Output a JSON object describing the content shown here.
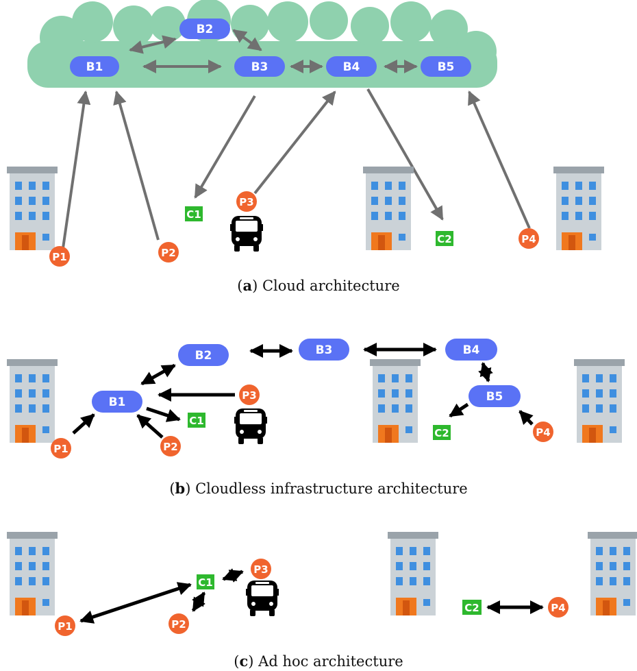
{
  "panels": {
    "a": {
      "caption_letter": "a",
      "caption_text": "Cloud architecture",
      "brokers": [
        "B1",
        "B2",
        "B3",
        "B4",
        "B5"
      ],
      "consumers": [
        "C1",
        "C2"
      ],
      "producers": [
        "P1",
        "P2",
        "P3",
        "P4"
      ]
    },
    "b": {
      "caption_letter": "b",
      "caption_text": "Cloudless infrastructure architecture",
      "brokers": [
        "B1",
        "B2",
        "B3",
        "B4",
        "B5"
      ],
      "consumers": [
        "C1",
        "C2"
      ],
      "producers": [
        "P1",
        "P2",
        "P3",
        "P4"
      ]
    },
    "c": {
      "caption_letter": "c",
      "caption_text": "Ad hoc architecture",
      "consumers": [
        "C1",
        "C2"
      ],
      "producers": [
        "P1",
        "P2",
        "P3",
        "P4"
      ]
    }
  },
  "colors": {
    "cloud": "#8fd1ae",
    "broker": "#5a72f5",
    "consumer": "#2eb82e",
    "producer": "#f0642e",
    "arrow_cloud": "#707070",
    "arrow_direct": "#000000"
  },
  "icons": [
    "building-icon",
    "bus-icon"
  ]
}
